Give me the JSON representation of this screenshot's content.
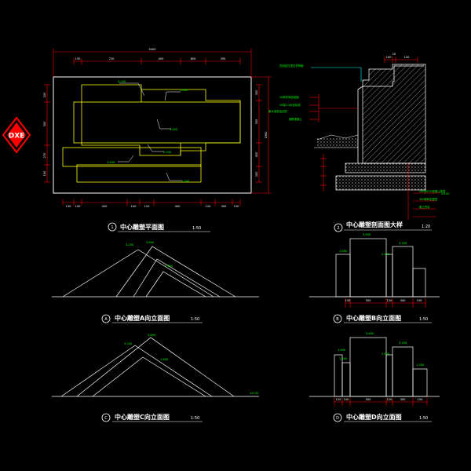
{
  "colors": {
    "background": "#000000",
    "outline": "#ffffff",
    "dimension": "#ff0000",
    "label": "#00ff00",
    "plan_blocks": "#ffff00",
    "leader": "#00ffff",
    "logo": "#ff0000"
  },
  "logo": {
    "text": "DXE"
  },
  "plan": {
    "bubble": "1",
    "title": "中心雕塑平面图",
    "scale": "1:50",
    "overall_dim": "3400",
    "top_dims": [
      "150",
      "720",
      "400",
      "800",
      "350"
    ],
    "bottom_dims": [
      "150",
      "100",
      "420",
      "100",
      "120",
      "400",
      "120",
      "300",
      "150"
    ],
    "left_dims": [
      "200",
      "300",
      "270",
      "190"
    ],
    "right_dims": [
      "300",
      "300",
      "400",
      "300"
    ],
    "height_dim": "1560",
    "levels": [
      "3.200",
      "1.600",
      "3.600",
      "2.000",
      "1.400",
      "1.300"
    ]
  },
  "section": {
    "bubble": "2",
    "title": "中心雕塑剖面图大样",
    "scale": "1:20",
    "top_dims": [
      "100",
      "10",
      "120"
    ],
    "notes_top": [
      "花岗岩压顶石材饰面"
    ],
    "notes_mid": [
      "30厚花岗岩贴面",
      "20厚1:3水泥砂浆",
      "素水泥浆结合层",
      "钢筋混凝土"
    ],
    "notes_bottom": [
      "200厚C20混凝土垫层",
      "300厚碎石垫层",
      "素土夯实"
    ],
    "level_label": "±0.00"
  },
  "elev_a": {
    "bubble": "A",
    "title": "中心雕塑A向立面图",
    "scale": "1:50",
    "levels": [
      "3.200",
      "3.600",
      "1.600"
    ]
  },
  "elev_b": {
    "bubble": "B",
    "title": "中心雕塑B向立面图",
    "scale": "1:50",
    "levels": [
      "1.600",
      "3.600",
      "2.000",
      "3.200"
    ],
    "dims": [
      "150",
      "500",
      "120",
      "300",
      "150"
    ]
  },
  "elev_c": {
    "bubble": "C",
    "title": "中心雕塑C向立面图",
    "scale": "1:50",
    "levels": [
      "3.200",
      "3.600",
      "1.600"
    ],
    "ground_level": "±0.00"
  },
  "elev_d": {
    "bubble": "D",
    "title": "中心雕塑D向立面图",
    "scale": "1:50",
    "levels": [
      "1.600",
      "1.400",
      "3.600",
      "2.000",
      "3.200",
      "1.300"
    ],
    "dims": [
      "150",
      "100",
      "500",
      "120",
      "300",
      "150"
    ]
  }
}
